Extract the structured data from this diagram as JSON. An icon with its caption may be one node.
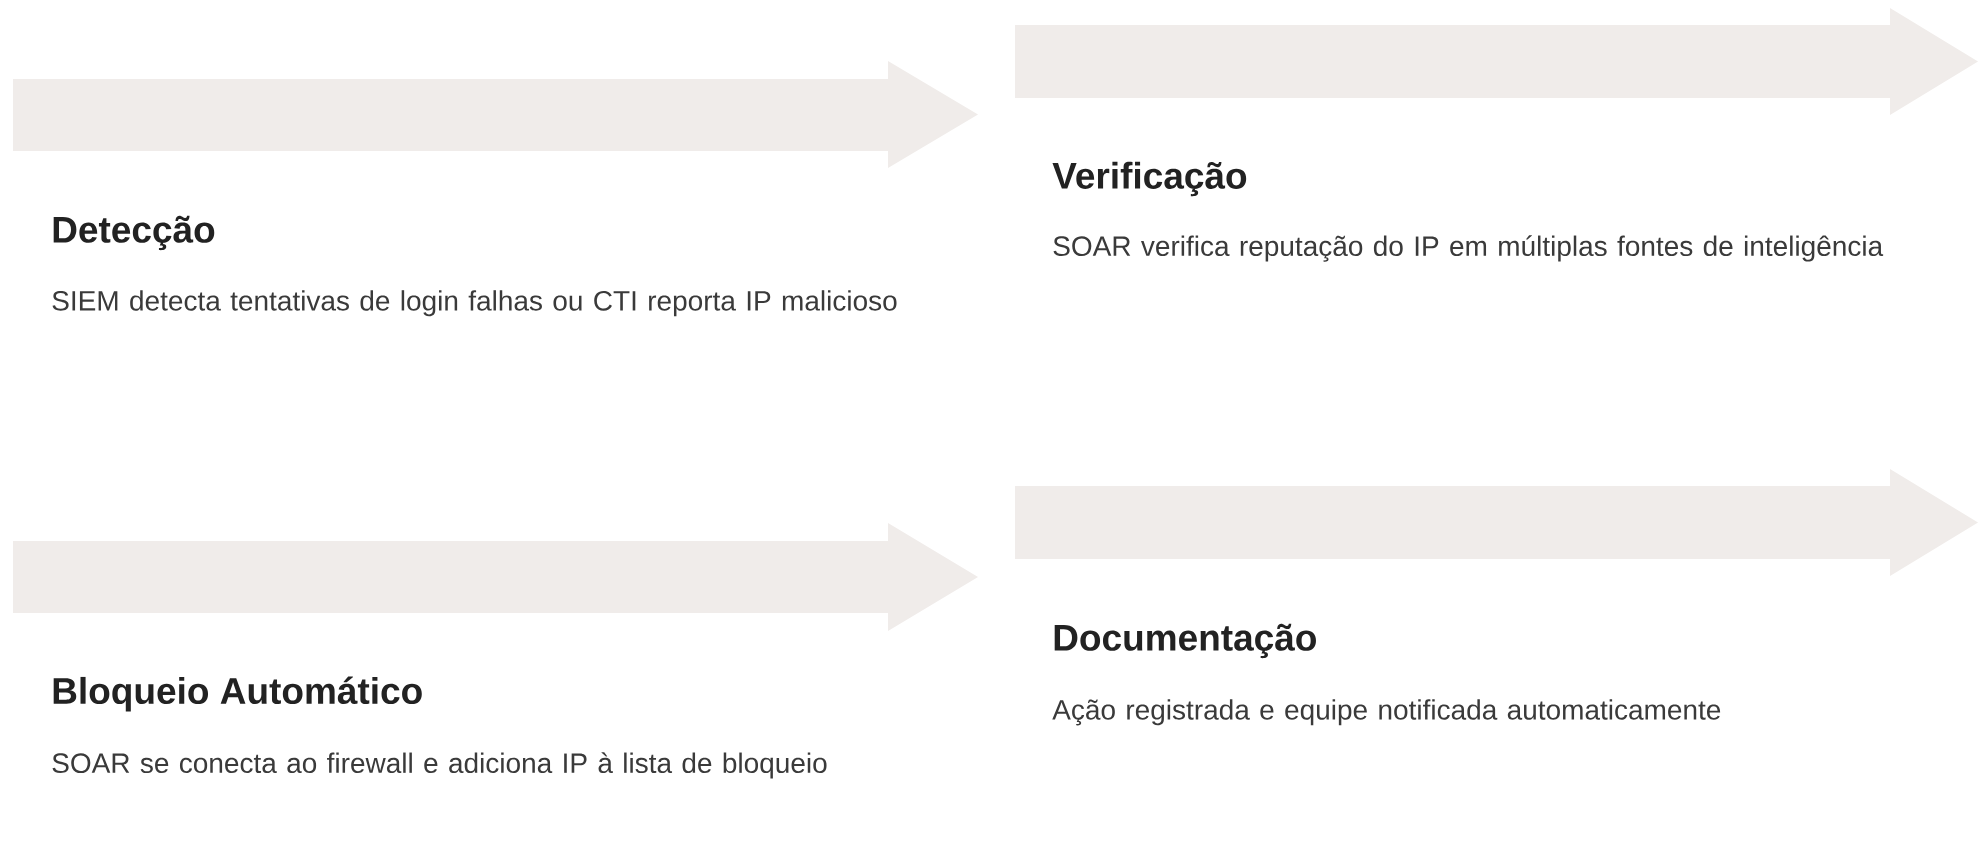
{
  "diagram": {
    "nodes": [
      {
        "text": [
          "Detecção",
          "SIEM detecta tentativas de login falhas ou CTI reporta IP malicioso"
        ]
      },
      {
        "text": [
          "Verificação",
          "SOAR verifica reputação do IP em múltiplas fontes de inteligência"
        ]
      },
      {
        "text": [
          "Bloqueio Automático",
          "SOAR se conecta ao firewall e adiciona IP à lista de bloqueio"
        ]
      },
      {
        "text": [
          "Documentação",
          "Ação registrada e equipe notificada automaticamente"
        ]
      }
    ]
  }
}
